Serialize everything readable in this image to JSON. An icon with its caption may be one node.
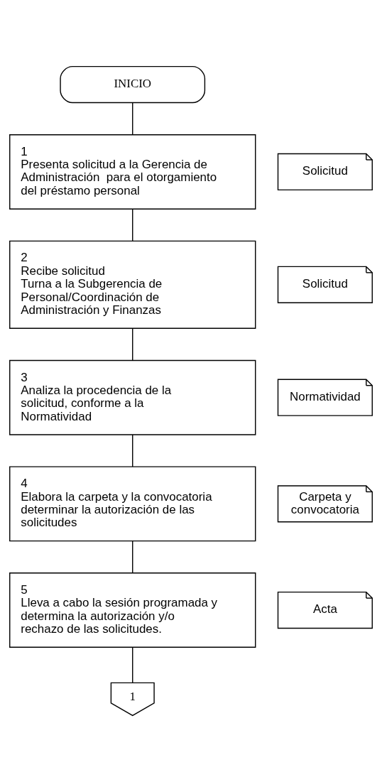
{
  "diagram": {
    "nodes": [
      {
        "text": [
          "INICIO"
        ]
      },
      {
        "text": [
          "1",
          "Presenta solicitud a la Gerencia de Administración  para el otorgamiento del préstamo personal"
        ]
      },
      {
        "text": [
          "Solicitud"
        ]
      },
      {
        "text": [
          "2",
          "Recibe solicitud",
          "Turna a la Subgerencia de Personal/Coordinación de Administración y Finanzas"
        ]
      },
      {
        "text": [
          "Solicitud"
        ]
      },
      {
        "text": [
          "3",
          "Analiza la procedencia de la solicitud, conforme a la Normatividad"
        ]
      },
      {
        "text": [
          "Normatividad"
        ]
      },
      {
        "text": [
          "4",
          "Elabora la carpeta y la convocatoria determinar la autorización de las solicitudes"
        ]
      },
      {
        "text": [
          "Carpeta y convocatoria"
        ]
      },
      {
        "text": [
          "5",
          "Lleva a cabo la sesión programada y determina la autorización y/o rechazo de las solicitudes."
        ]
      },
      {
        "text": [
          "Acta"
        ]
      },
      {
        "text": [
          "1"
        ]
      }
    ],
    "edges": [
      {
        "from": 0,
        "to": 1,
        "arrow": "none"
      },
      {
        "from": 1,
        "to": 3,
        "arrow": "none"
      },
      {
        "from": 3,
        "to": 5,
        "arrow": "none"
      },
      {
        "from": 5,
        "to": 7,
        "arrow": "none"
      },
      {
        "from": 7,
        "to": 9,
        "arrow": "none"
      },
      {
        "from": 9,
        "to": 11,
        "arrow": "none"
      }
    ]
  }
}
